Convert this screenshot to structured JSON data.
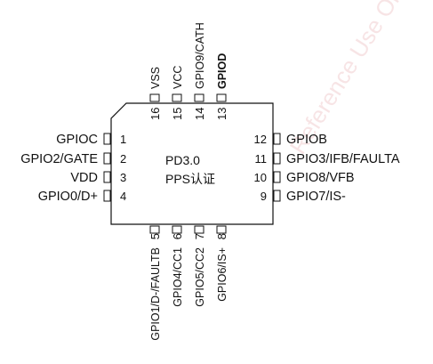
{
  "chip": {
    "line1": "PD3.0",
    "line2": "PPS认证"
  },
  "pins": {
    "left": [
      {
        "num": "1",
        "label": "GPIOC"
      },
      {
        "num": "2",
        "label": "GPIO2/GATE"
      },
      {
        "num": "3",
        "label": "VDD"
      },
      {
        "num": "4",
        "label": "GPIO0/D+"
      }
    ],
    "right": [
      {
        "num": "12",
        "label": "GPIOB"
      },
      {
        "num": "11",
        "label": "GPIO3/IFB/FAULTA"
      },
      {
        "num": "10",
        "label": "GPIO8/VFB"
      },
      {
        "num": "9",
        "label": "GPIO7/IS-"
      }
    ],
    "top": [
      {
        "num": "16",
        "label": "VSS"
      },
      {
        "num": "15",
        "label": "VCC"
      },
      {
        "num": "14",
        "label": "GPIO9/CATH"
      },
      {
        "num": "13",
        "label": "GPIOD"
      }
    ],
    "bottom": [
      {
        "num": "5",
        "label": "GPIO1/D-/FAULTB"
      },
      {
        "num": "6",
        "label": "GPIO4/CC1"
      },
      {
        "num": "7",
        "label": "GPIO5/CC2"
      },
      {
        "num": "8",
        "label": "GPIO6/IS+"
      }
    ]
  },
  "watermark": {
    "text": "Reference Use Only",
    "color": "#f2cfd1"
  }
}
